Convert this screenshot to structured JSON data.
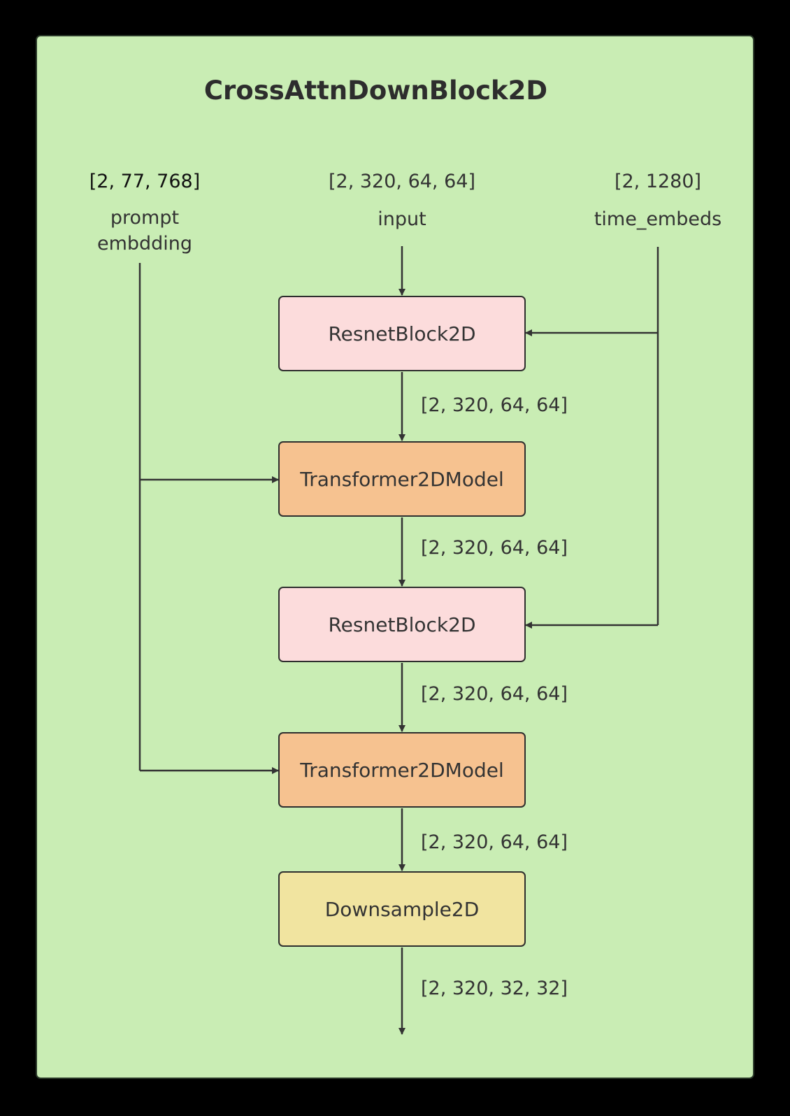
{
  "title": "CrossAttnDownBlock2D",
  "inputs": {
    "prompt": {
      "shape": "[2, 77, 768]",
      "name_line1": "prompt",
      "name_line2": "embdding"
    },
    "input": {
      "shape": "[2, 320, 64, 64]",
      "name": "input"
    },
    "time": {
      "shape": "[2, 1280]",
      "name": "time_embeds"
    }
  },
  "nodes": [
    {
      "label": "ResnetBlock2D",
      "kind": "resnet"
    },
    {
      "label": "Transformer2DModel",
      "kind": "transformer"
    },
    {
      "label": "ResnetBlock2D",
      "kind": "resnet"
    },
    {
      "label": "Transformer2DModel",
      "kind": "transformer"
    },
    {
      "label": "Downsample2D",
      "kind": "downsample"
    }
  ],
  "edge_shapes": [
    "[2, 320, 64, 64]",
    "[2, 320, 64, 64]",
    "[2, 320, 64, 64]",
    "[2, 320, 64, 64]",
    "[2, 320, 32, 32]"
  ],
  "colors": {
    "panel": "#c9edb4",
    "resnet": "#fcdcdc",
    "transformer": "#f6c290",
    "downsample": "#f1e4a0",
    "line": "#333333"
  }
}
